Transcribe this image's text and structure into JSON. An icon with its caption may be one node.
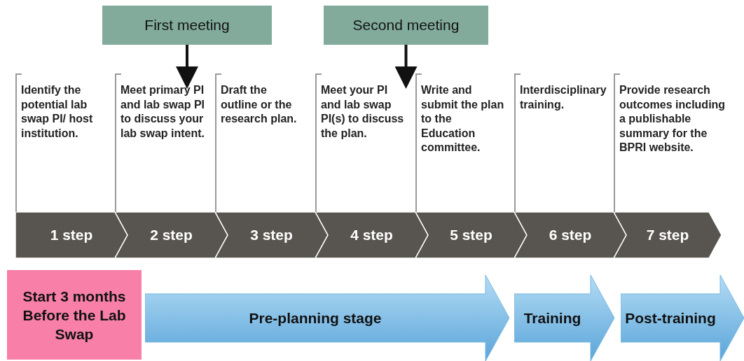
{
  "diagram": {
    "nodes": [
      {
        "text": [
          "First meeting"
        ]
      },
      {
        "text": [
          "Second meeting"
        ]
      },
      {
        "text": [
          "Identify the potential lab swap PI/ host institution."
        ]
      },
      {
        "text": [
          "Meet primary PI and lab swap PI to discuss your lab swap intent."
        ]
      },
      {
        "text": [
          "Draft the outline or the research plan."
        ]
      },
      {
        "text": [
          "Meet your PI and lab swap PI(s) to discuss the plan."
        ]
      },
      {
        "text": [
          "Write and submit the plan to the Education committee."
        ]
      },
      {
        "text": [
          "Interdisciplinary training."
        ]
      },
      {
        "text": [
          "Provide research outcomes including a publishable summary for the BPRI website."
        ]
      },
      {
        "text": [
          "1 step"
        ]
      },
      {
        "text": [
          "2 step"
        ]
      },
      {
        "text": [
          "3 step"
        ]
      },
      {
        "text": [
          "4 step"
        ]
      },
      {
        "text": [
          "5 step"
        ]
      },
      {
        "text": [
          "6 step"
        ]
      },
      {
        "text": [
          "7 step"
        ]
      },
      {
        "text": [
          "Start 3 months Before the Lab Swap"
        ]
      },
      {
        "text": [
          "Pre-planning stage"
        ]
      },
      {
        "text": [
          "Training"
        ]
      },
      {
        "text": [
          "Post-training"
        ]
      }
    ],
    "edges": [
      {
        "from": 0,
        "to": 3,
        "arrow": "to"
      },
      {
        "from": 1,
        "to": 5,
        "arrow": "to"
      }
    ]
  }
}
